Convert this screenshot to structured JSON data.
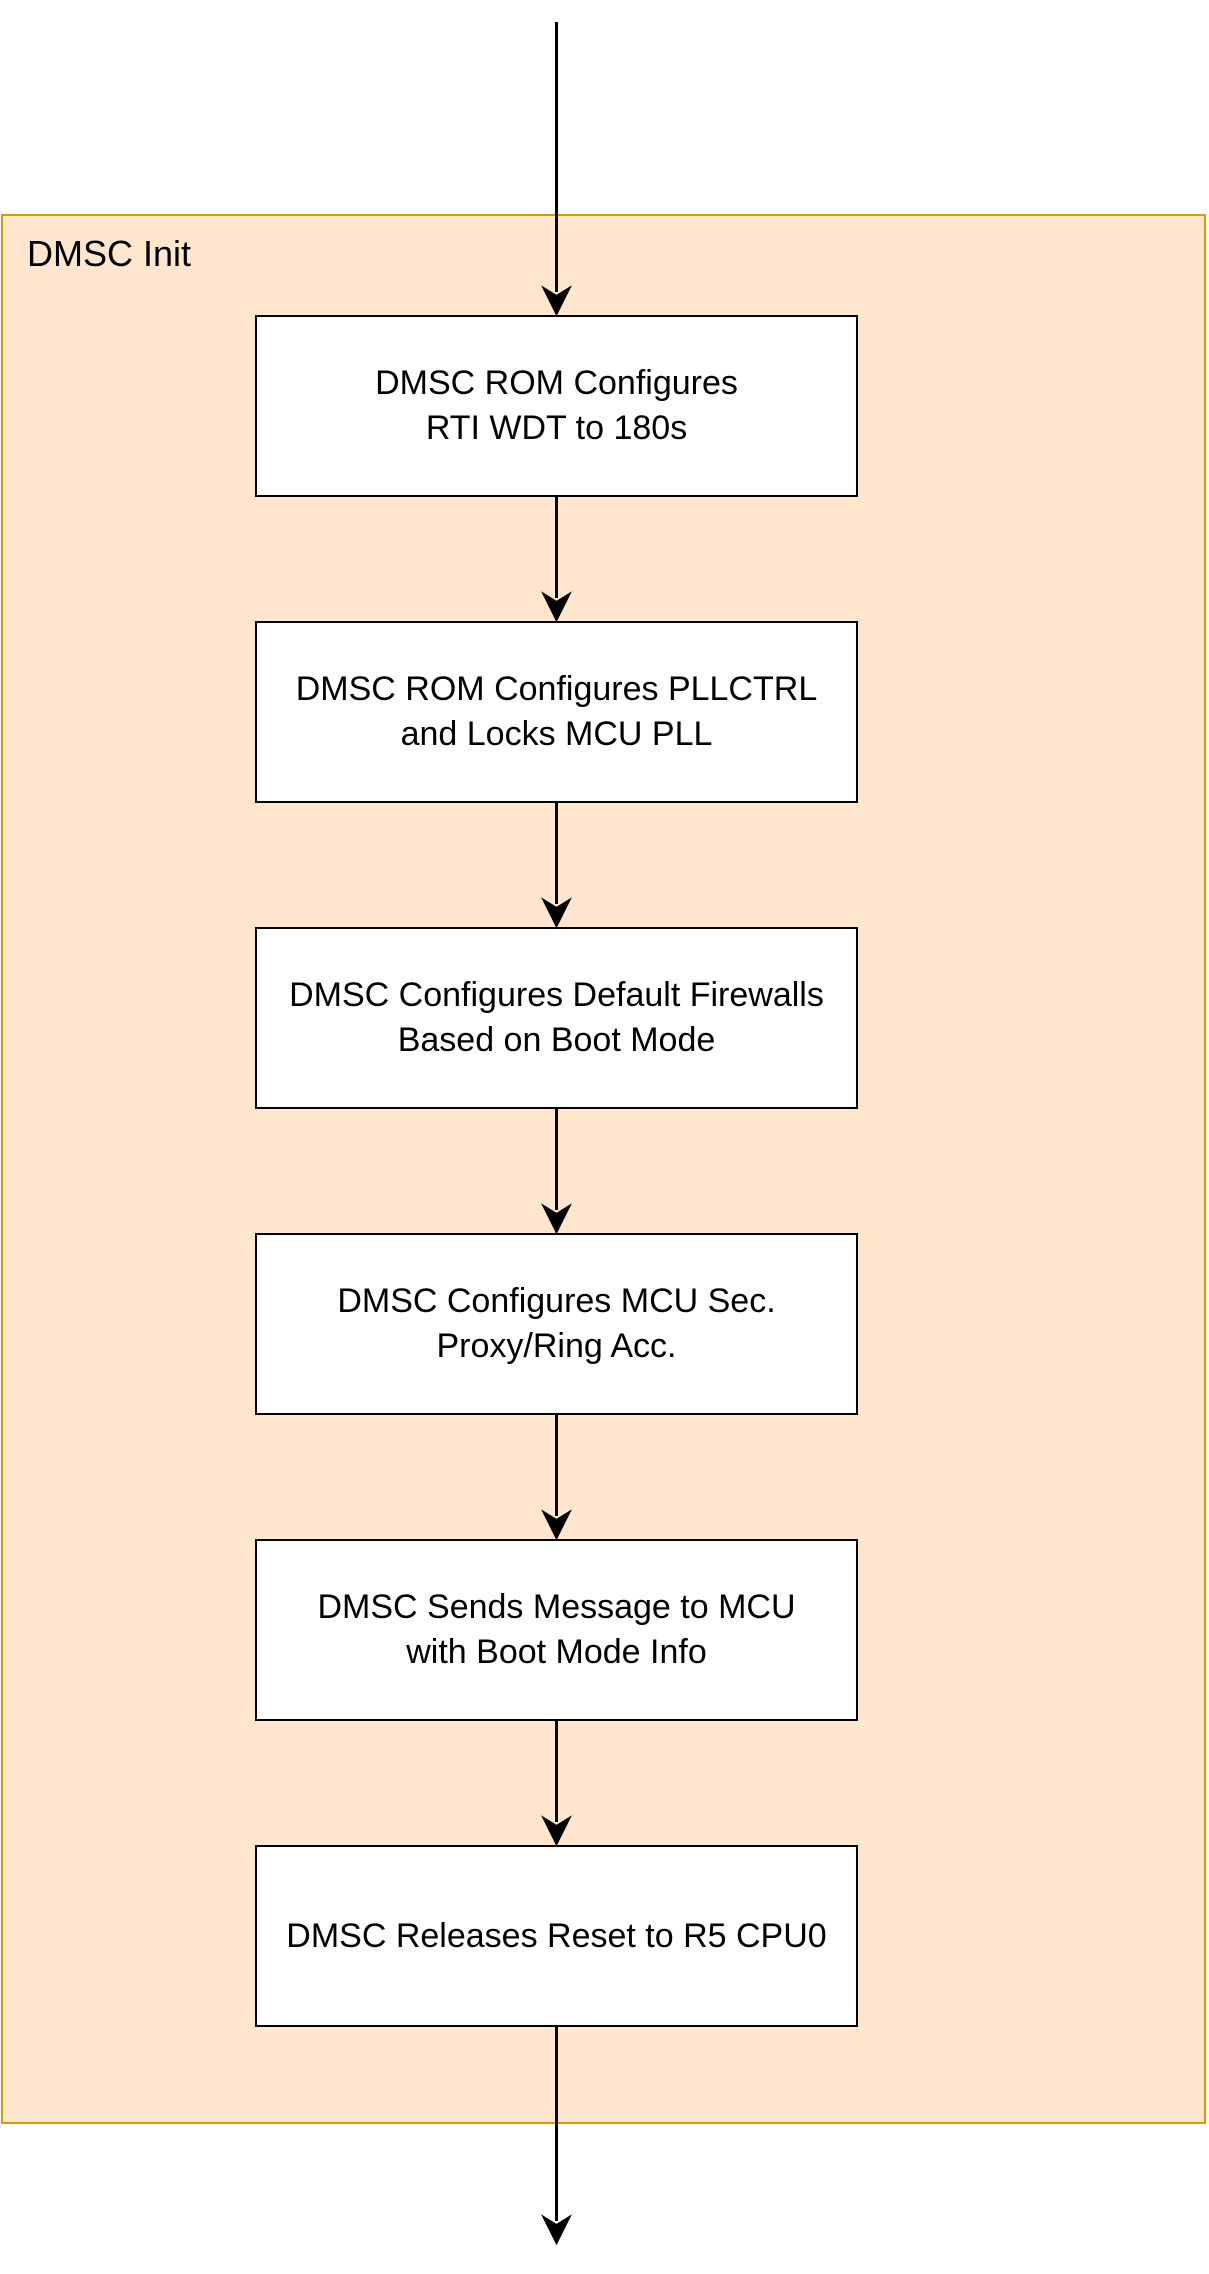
{
  "group": {
    "label": "DMSC Init"
  },
  "steps": [
    {
      "label": "DMSC ROM Configures\nRTI WDT to 180s"
    },
    {
      "label": "DMSC ROM Configures PLLCTRL\nand Locks MCU PLL"
    },
    {
      "label": "DMSC Configures Default Firewalls\nBased on Boot Mode"
    },
    {
      "label": "DMSC Configures MCU Sec.\nProxy/Ring Acc."
    },
    {
      "label": "DMSC Sends Message to MCU\nwith Boot Mode Info"
    },
    {
      "label": "DMSC Releases Reset to R5 CPU0"
    }
  ],
  "colors": {
    "group_fill": "#ffe6cc",
    "group_border": "#d79b00",
    "box_fill": "#ffffff",
    "line": "#000000"
  }
}
